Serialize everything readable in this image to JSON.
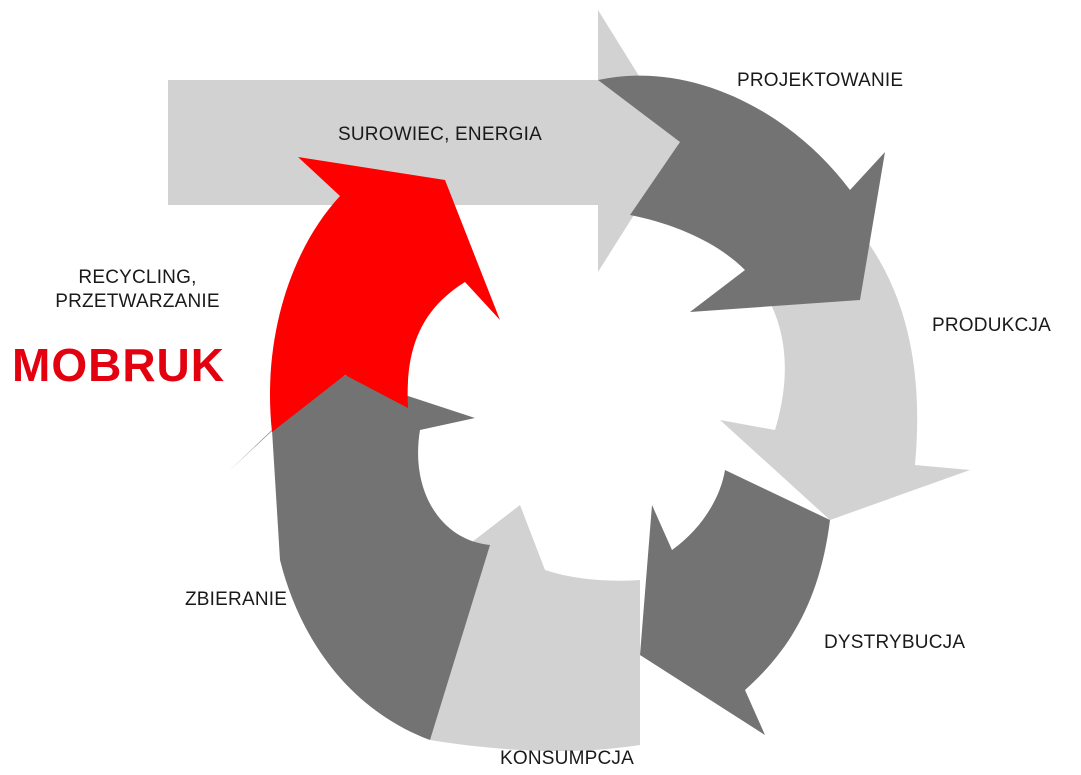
{
  "colors": {
    "input_arrow": "#d2d2d2",
    "dark_segment": "#737373",
    "light_segment": "#d2d2d2",
    "recycling_arrow": "#ff0000",
    "logo": "#e3000f"
  },
  "labels": {
    "input": "SUROWIEC, ENERGIA",
    "design": "PROJEKTOWANIE",
    "production": "PRODUKCJA",
    "distribution": "DYSTRYBUCJA",
    "consumption": "KONSUMPCJA",
    "collection": "ZBIERANIE",
    "recycling_line1": "RECYCLING,",
    "recycling_line2": "PRZETWARZANIE"
  },
  "logo": {
    "text": "MOBRUK"
  }
}
